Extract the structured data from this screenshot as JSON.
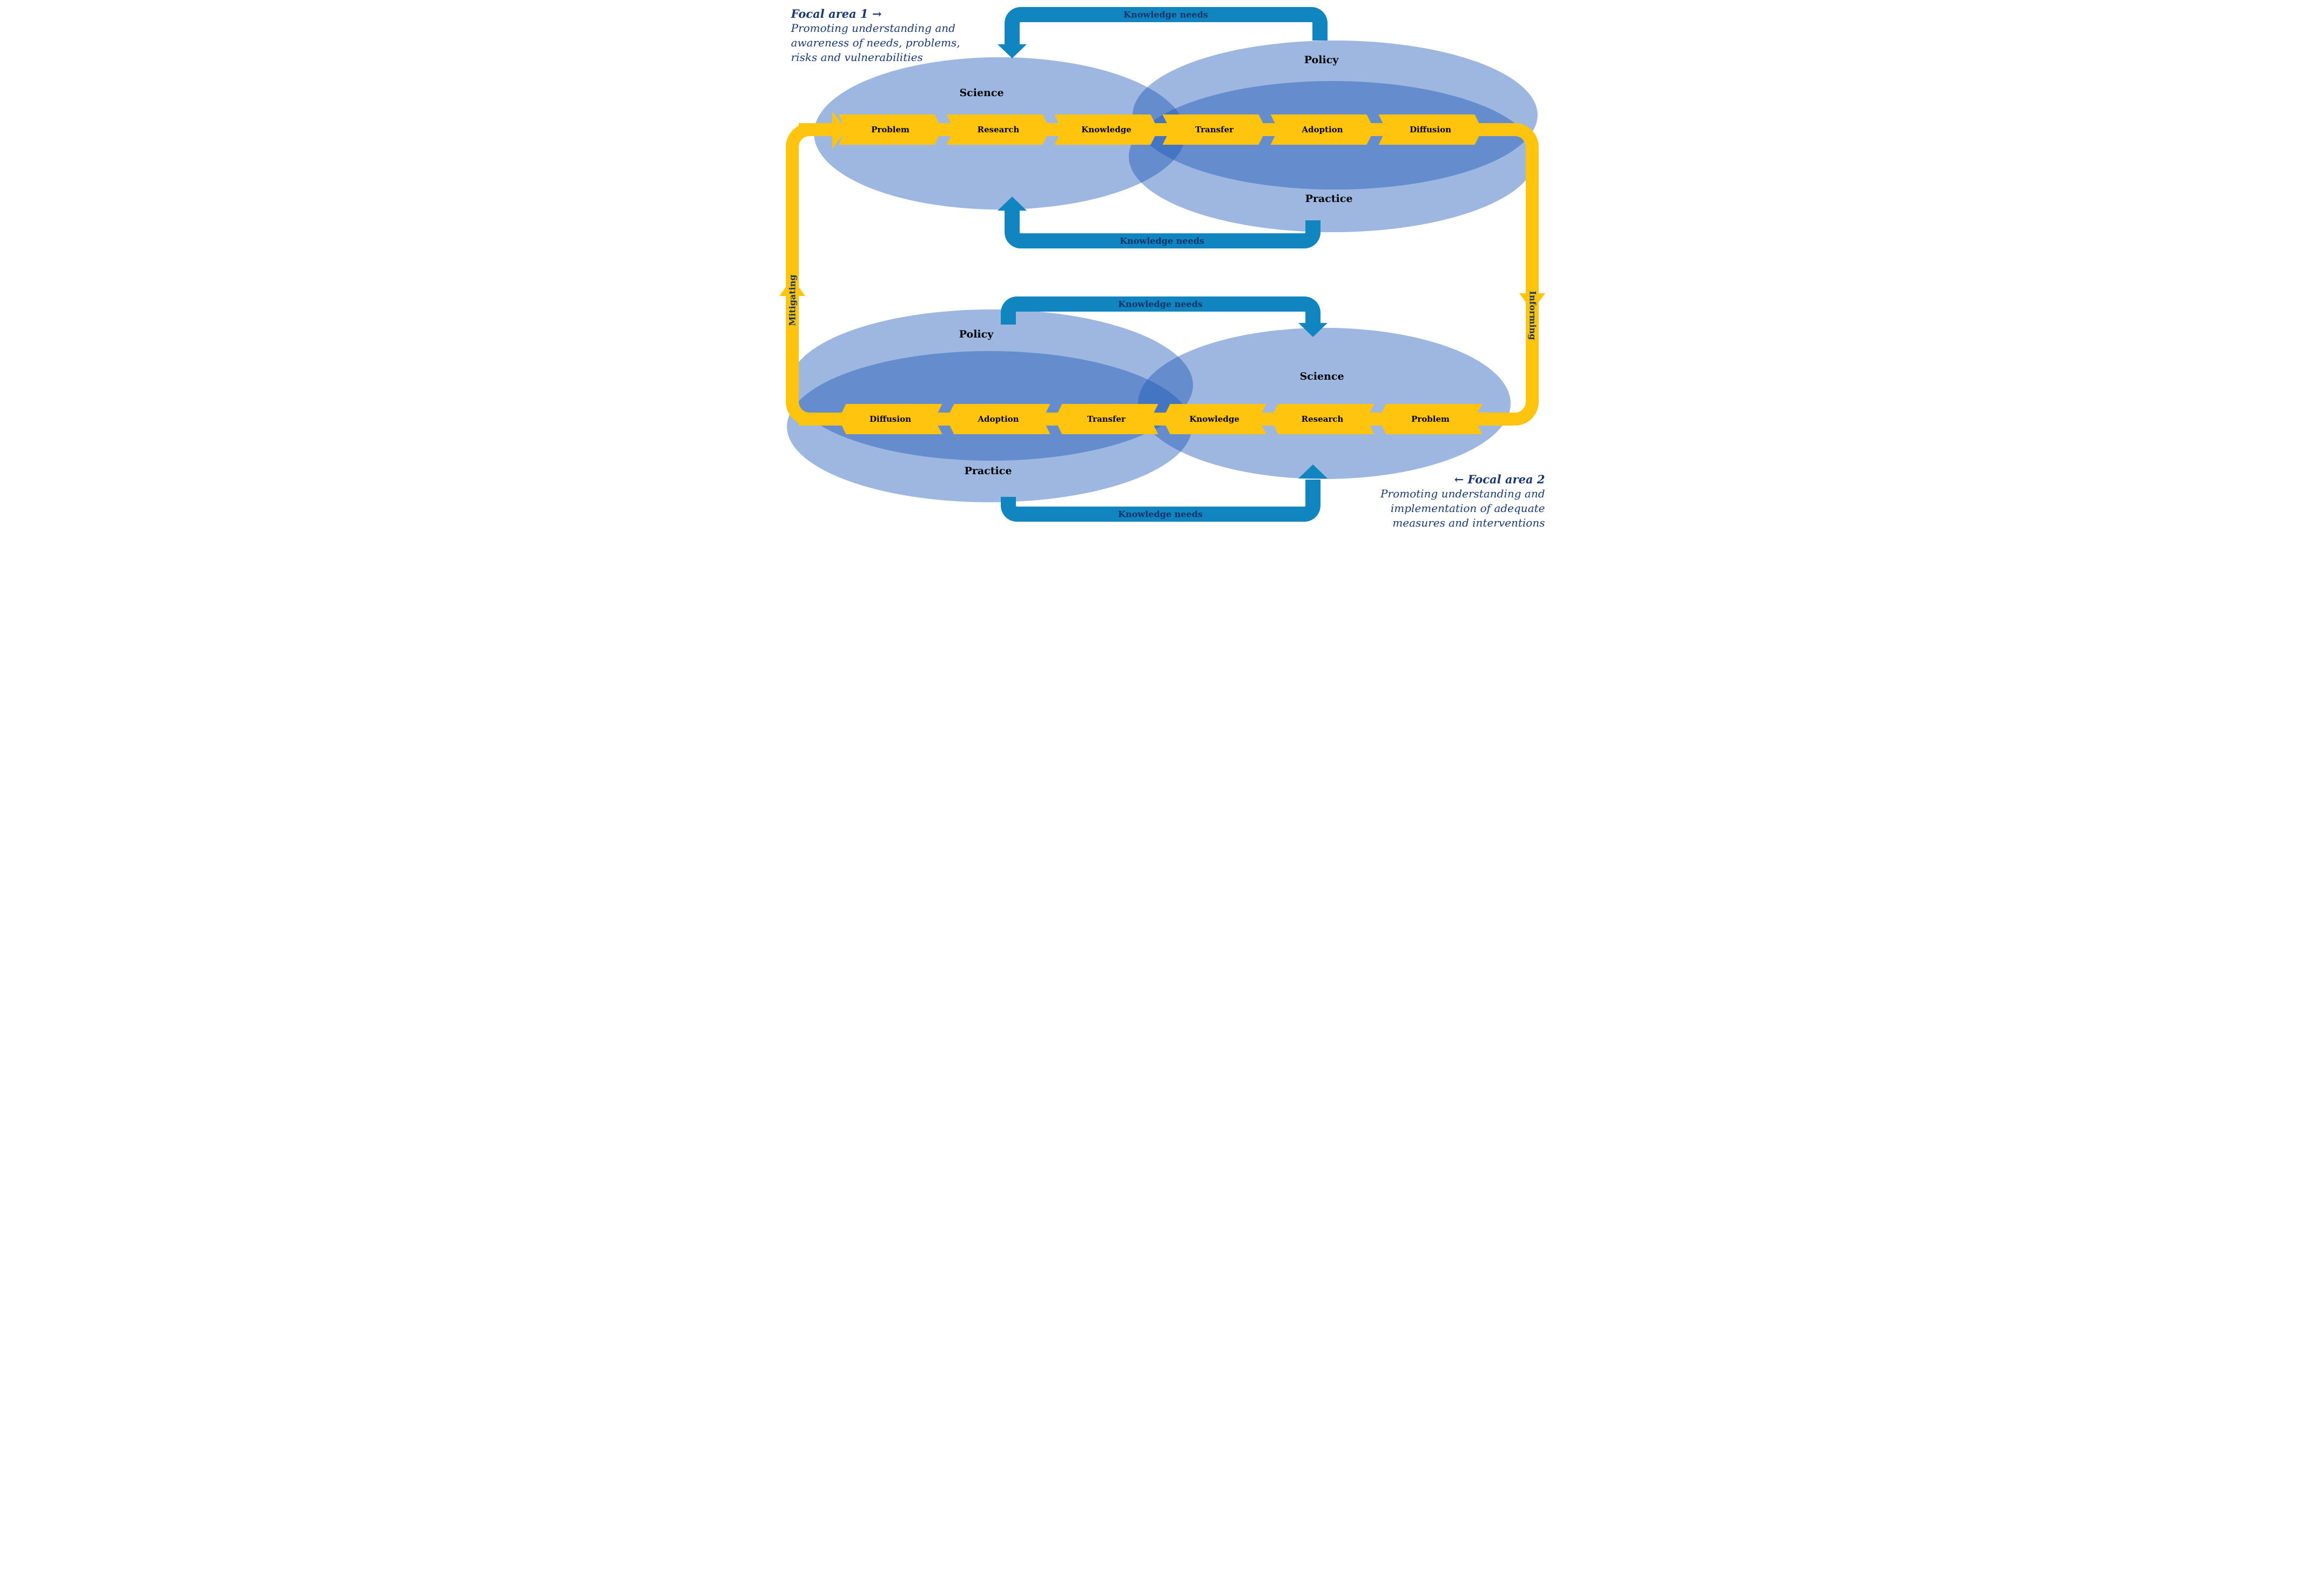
{
  "focal_area_1": {
    "title": "Focal area 1 →",
    "line1": "Promoting understanding and",
    "line2": "awareness of needs, problems,",
    "line3": "risks and vulnerabilities"
  },
  "focal_area_2": {
    "title": "← Focal area 2",
    "line1": "Promoting understanding and",
    "line2": "implementation of adequate",
    "line3": "measures and interventions"
  },
  "top_cycle": {
    "science": "Science",
    "policy": "Policy",
    "practice": "Practice",
    "chain": {
      "s1": "Problem",
      "s2": "Research",
      "s3": "Knowledge",
      "s4": "Transfer",
      "s5": "Adoption",
      "s6": "Diffusion"
    }
  },
  "bottom_cycle": {
    "science": "Science",
    "policy": "Policy",
    "practice": "Practice",
    "chain": {
      "s1": "Diffusion",
      "s2": "Adoption",
      "s3": "Transfer",
      "s4": "Knowledge",
      "s5": "Research",
      "s6": "Problem"
    }
  },
  "feedback_arrows": {
    "top": "Knowledge needs",
    "upper_middle": "Knowledge needs",
    "lower_middle": "Knowledge needs",
    "bottom": "Knowledge needs"
  },
  "side_arrows": {
    "left": "Mitigating",
    "right": "Informing"
  },
  "colors": {
    "ellipse_fill": "rgba(25,84,180,0.42)",
    "chevron_yellow": "#FFC40D",
    "arrow_blue": "#1185BF",
    "navy_text": "#17336B",
    "label_black": "#000000"
  }
}
